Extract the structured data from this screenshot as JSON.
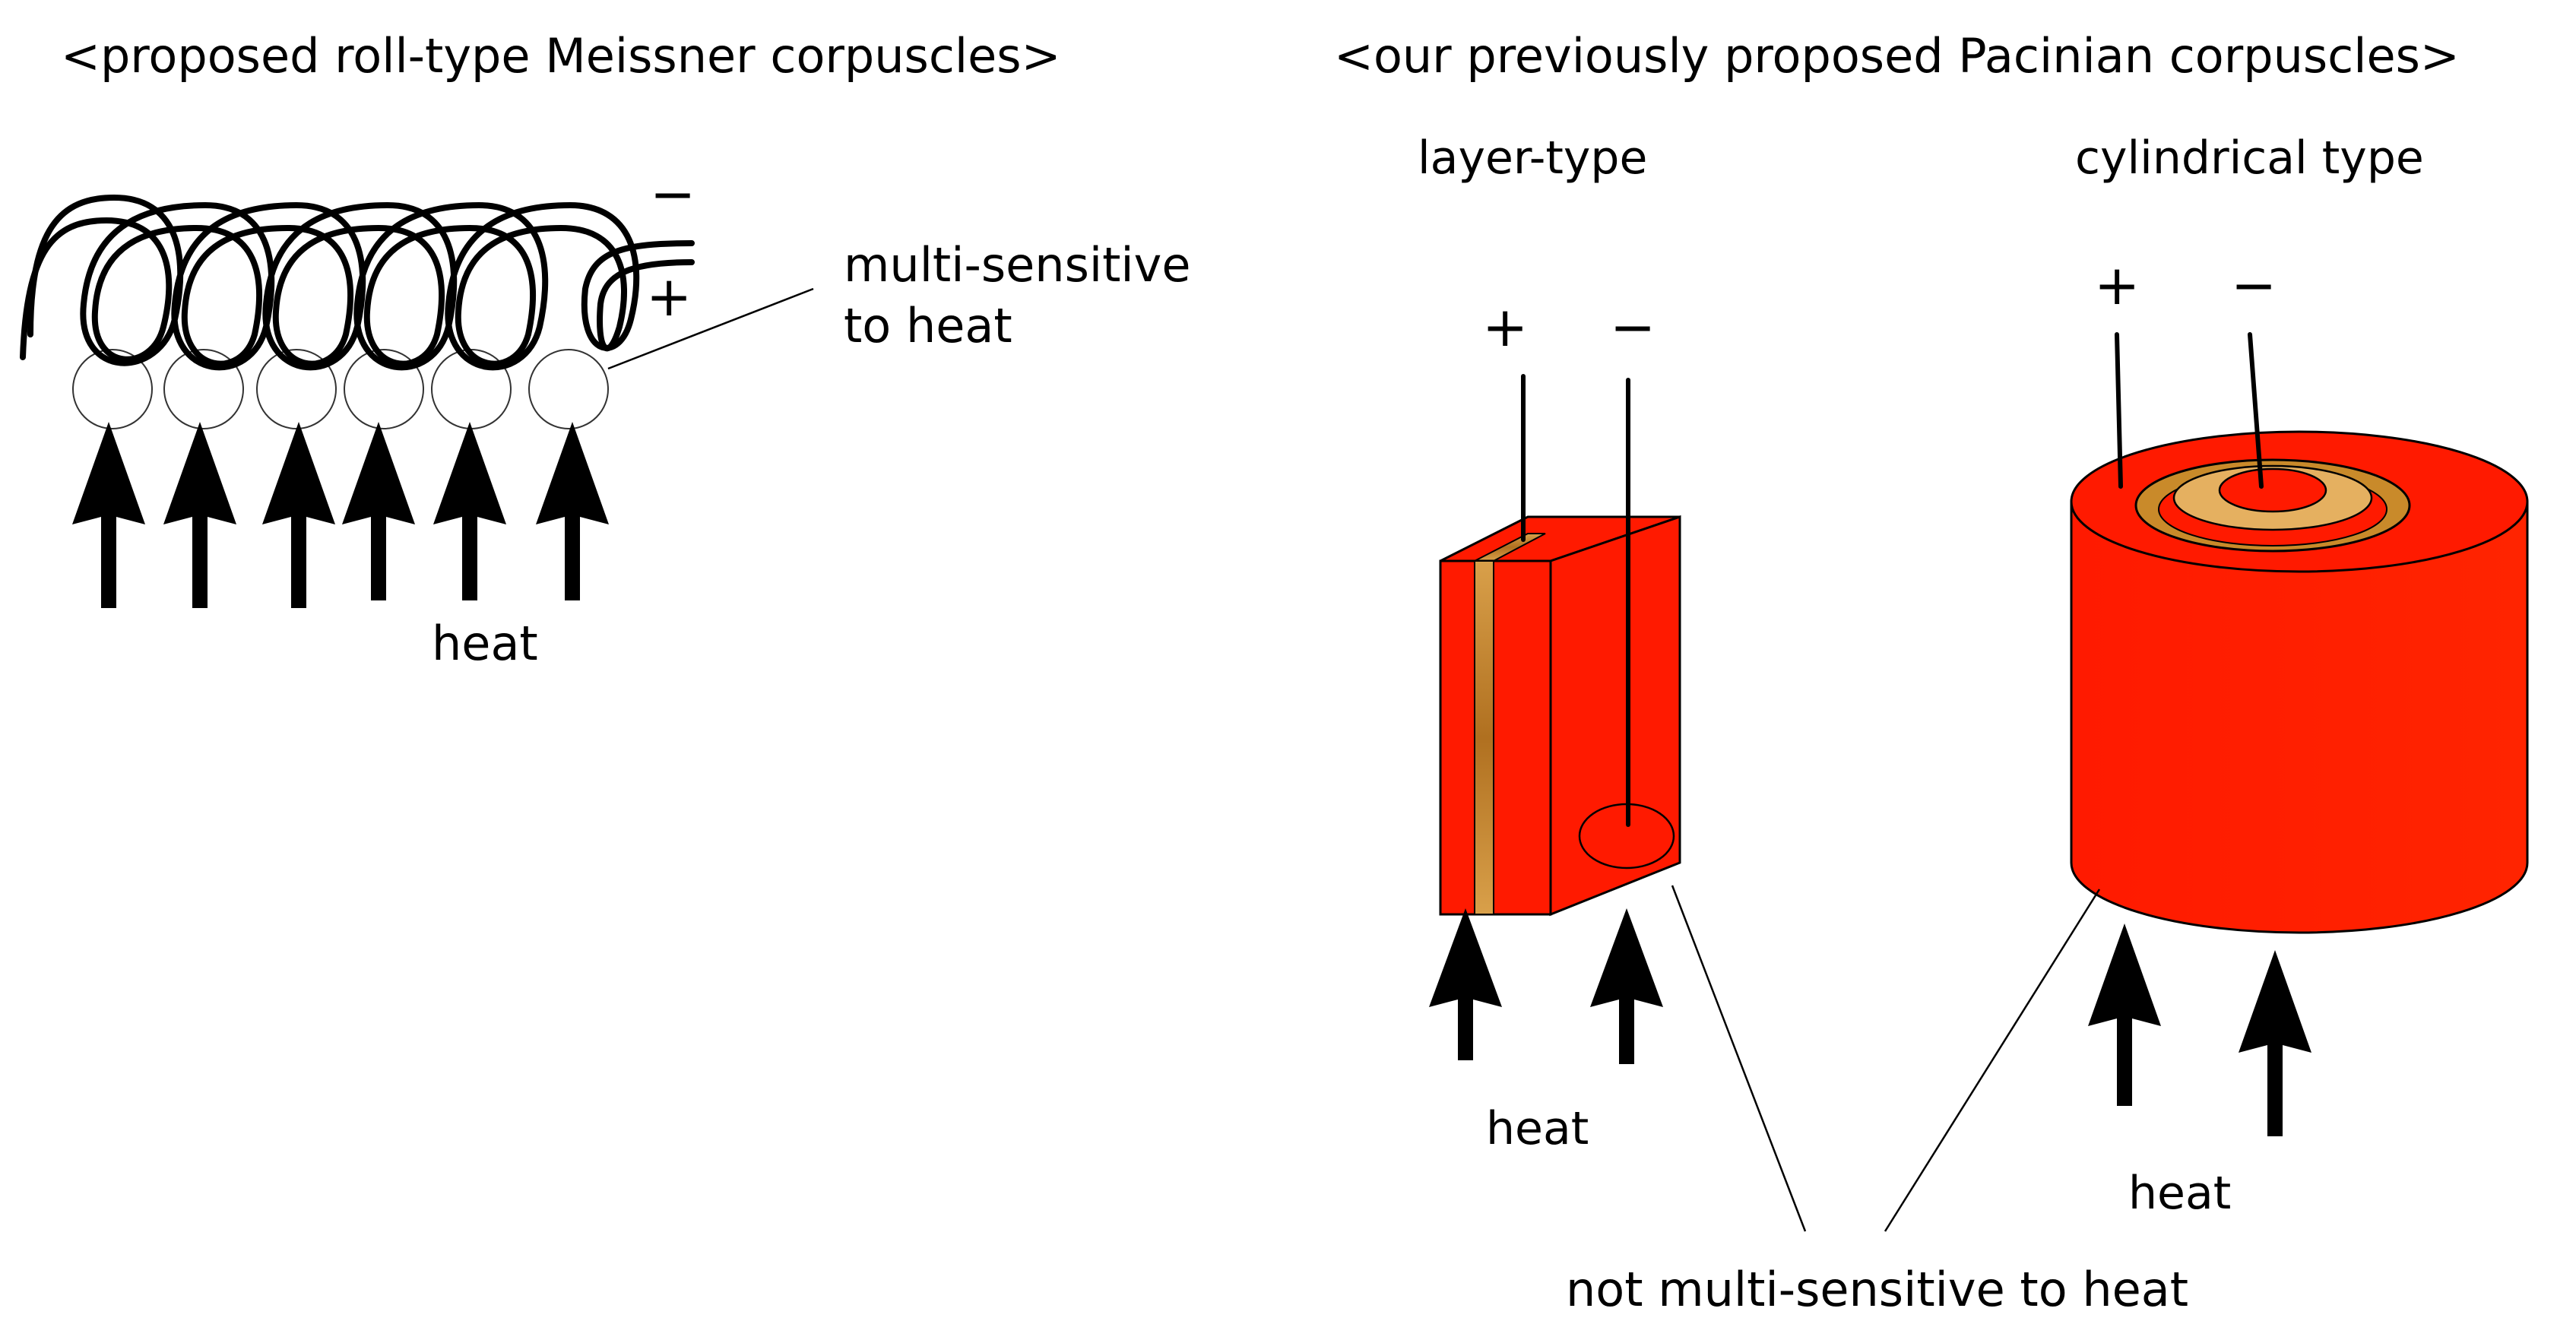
{
  "left_panel": {
    "title": "<proposed roll-type Meissner corpuscles>",
    "minus_sign": "−",
    "plus_sign": "+",
    "callout_line1": "multi-sensitive",
    "callout_line2": "to heat",
    "heat_label": "heat"
  },
  "right_panel": {
    "title": "<our previously proposed Pacinian corpuscles>",
    "layer_type": {
      "label": "layer-type",
      "plus_sign": "+",
      "minus_sign": "−",
      "heat_label": "heat"
    },
    "cylindrical_type": {
      "label": "cylindrical type",
      "plus_sign": "+",
      "minus_sign": "−",
      "heat_label": "heat"
    },
    "bottom_callout": "not multi-sensitive to heat"
  },
  "colors": {
    "block_red": "#ff1a00",
    "block_outline": "#000000",
    "gold_layer": "#c98a2a",
    "gold_light": "#e5b060",
    "arrow": "#000000"
  },
  "icons": {
    "heat_arrow": "up-arrow-icon",
    "coil": "coil-spring-icon"
  }
}
